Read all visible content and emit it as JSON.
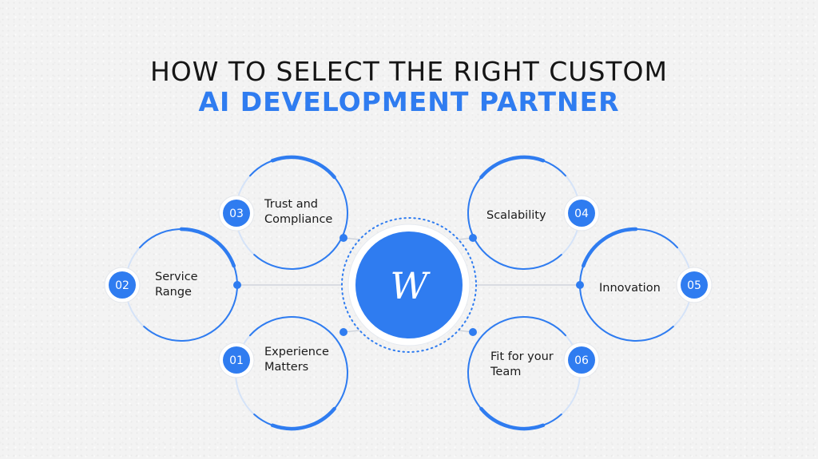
{
  "header": {
    "title_line_1": "HOW TO SELECT THE RIGHT CUSTOM",
    "title_line_2": "AI DEVELOPMENT PARTNER"
  },
  "center": {
    "logo_text": "W",
    "logo_icon": "brand-w-logo-icon"
  },
  "items": [
    {
      "number": "01",
      "label_lines": [
        "Experience",
        "Matters"
      ]
    },
    {
      "number": "02",
      "label_lines": [
        "Service",
        "Range"
      ]
    },
    {
      "number": "03",
      "label_lines": [
        "Trust and",
        "Compliance"
      ]
    },
    {
      "number": "04",
      "label_lines": [
        "Scalability"
      ]
    },
    {
      "number": "05",
      "label_lines": [
        "Innovation"
      ]
    },
    {
      "number": "06",
      "label_lines": [
        "Fit for your",
        "Team"
      ]
    }
  ],
  "colors": {
    "accent": "#2f7cf0",
    "ring_light": "#d5e3f8",
    "title_dark": "#151515",
    "text_dark": "#1b1b1b"
  }
}
